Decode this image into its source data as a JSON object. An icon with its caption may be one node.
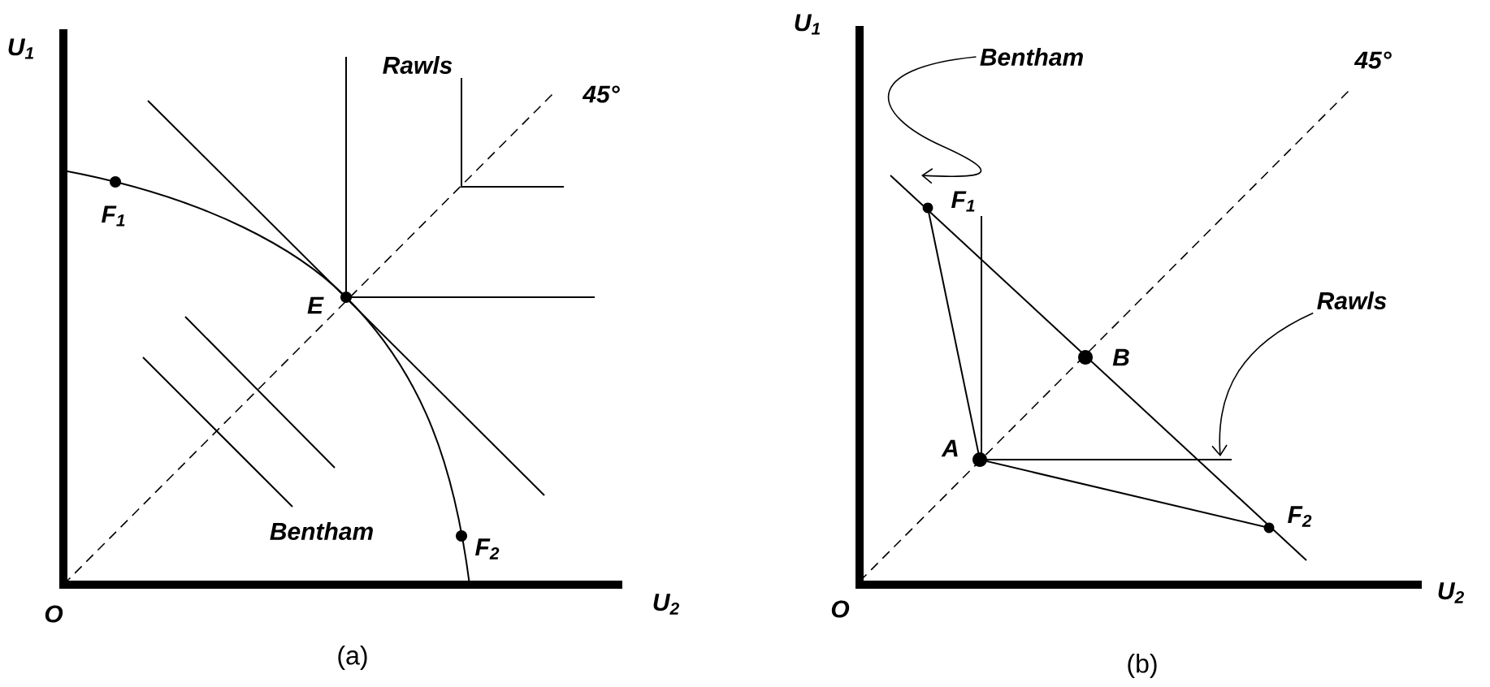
{
  "diagram": {
    "nodes": [
      {
        "text": [
          "Bentham"
        ]
      },
      {
        "text": [
          "Rawls"
        ]
      }
    ],
    "edges": [
      {
        "from": 0,
        "to": null,
        "arrow": "to"
      },
      {
        "from": 1,
        "to": null,
        "arrow": "to"
      }
    ],
    "labels": [
      "U$_{1}$",
      "Rawls",
      "45°",
      "F$_{1}$",
      "E",
      "Bentham",
      "F$_{2}$",
      "O",
      "U$_{2}$",
      "(a)",
      "U$_{1}$",
      "45°",
      "F$_{1}$",
      "B",
      "A",
      "F$_{2}$",
      "O",
      "U$_{2}$",
      "(b)"
    ]
  }
}
